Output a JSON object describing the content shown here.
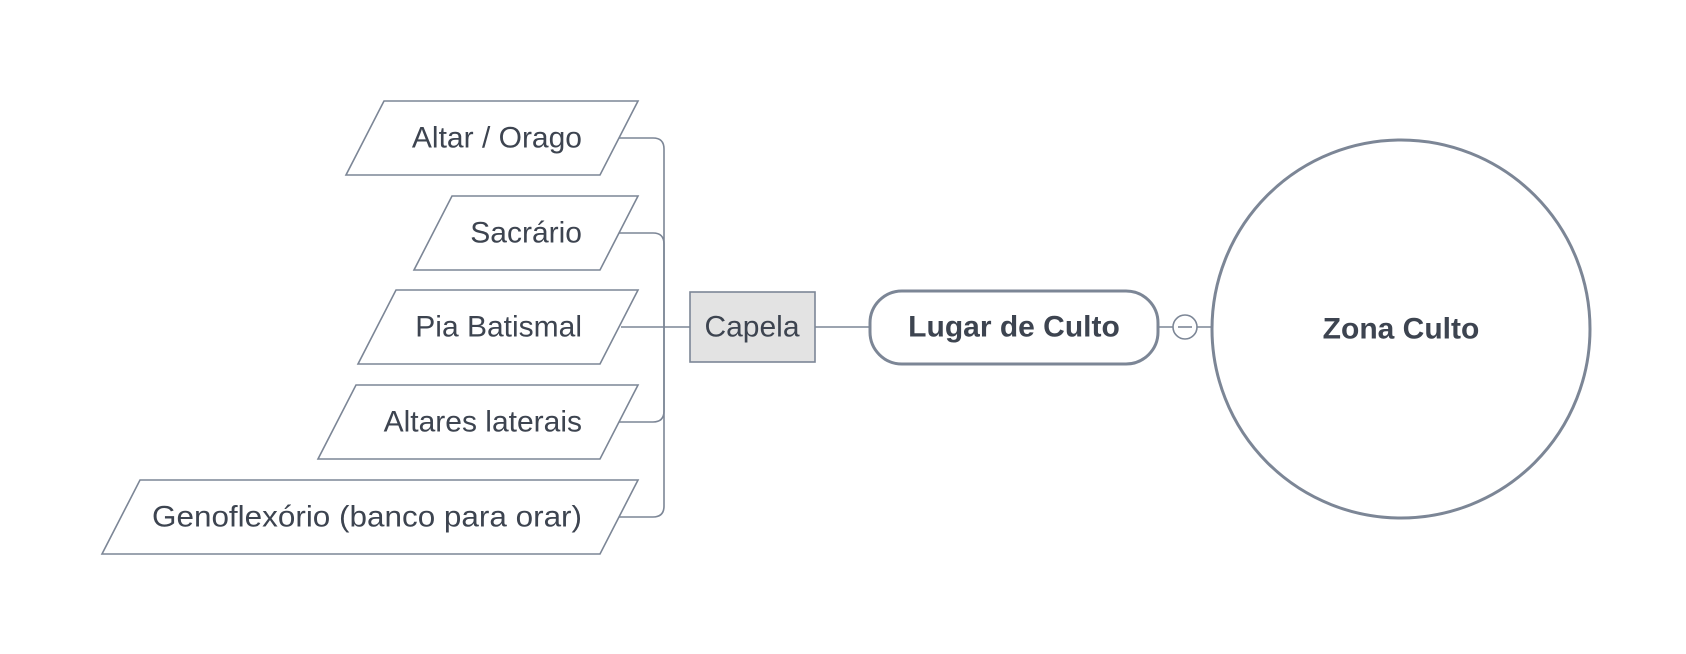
{
  "colors": {
    "stroke": "#7c8696",
    "text": "#3d4450",
    "capela_fill": "#e3e3e3",
    "background": "#ffffff"
  },
  "central": {
    "label": "Zona Culto"
  },
  "collapse": {
    "icon": "minus-circle-icon"
  },
  "main_topic": {
    "label": "Lugar de Culto"
  },
  "subtopic": {
    "label": "Capela"
  },
  "leaves": [
    {
      "label": "Altar / Orago"
    },
    {
      "label": "Sacrário"
    },
    {
      "label": "Pia Batismal"
    },
    {
      "label": "Altares laterais"
    },
    {
      "label": "Genoflexório (banco para orar)"
    }
  ]
}
